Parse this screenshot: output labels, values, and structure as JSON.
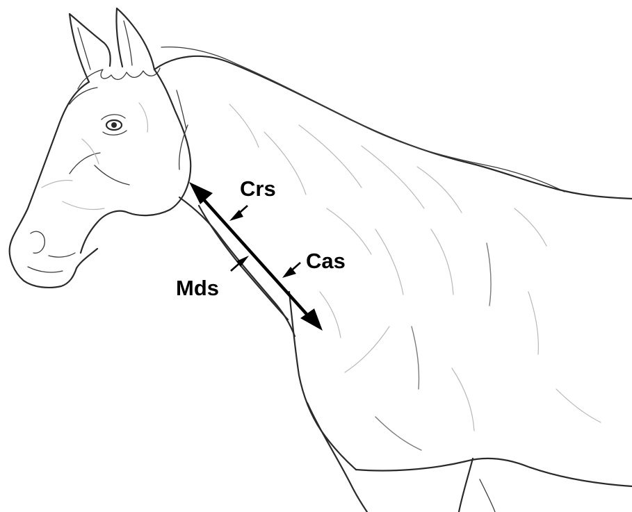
{
  "labels": {
    "crs": "Crs",
    "cas": "Cas",
    "mds": "Mds"
  },
  "colors": {
    "line_art": "#2a2a2a",
    "shading": "#b8b8b8",
    "arrows": "#000000",
    "background": "#ffffff"
  }
}
